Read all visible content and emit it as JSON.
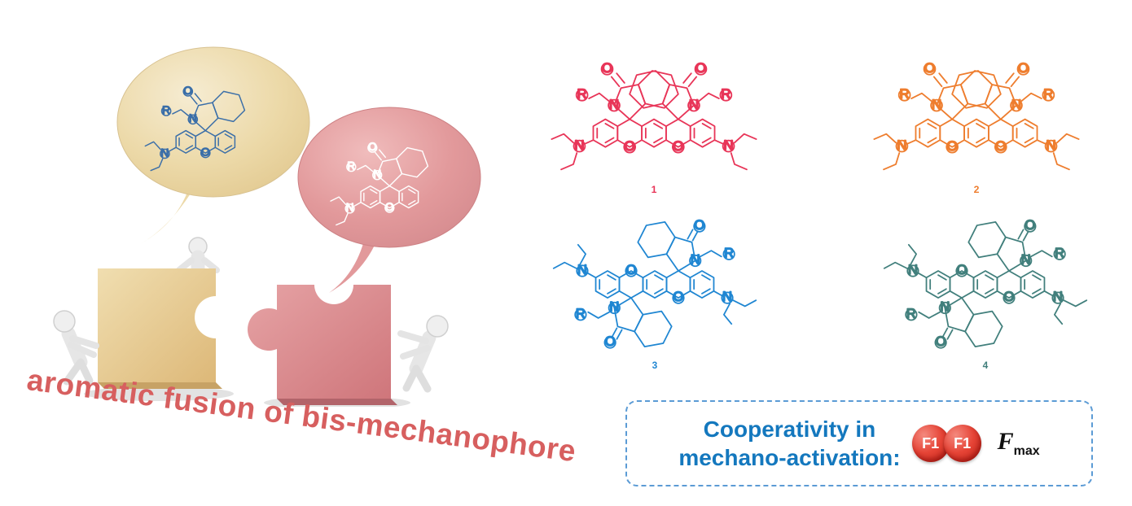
{
  "scene": {
    "title": "aromatic fusion of bis-mechanophore",
    "title_color": "#d75f5f",
    "bubbles": [
      {
        "name": "tan-bubble",
        "fill": "#ecd9a8",
        "structure_color": "#3a6ea8"
      },
      {
        "name": "pink-bubble",
        "fill": "#e2999b",
        "structure_color": "#ffffff"
      }
    ],
    "puzzle": {
      "left_fill": "#e8cc94",
      "right_fill": "#d98e91"
    }
  },
  "atoms": {
    "R": "R",
    "N": "N",
    "O": "O"
  },
  "compounds": [
    {
      "label": "1",
      "color": "#e83558"
    },
    {
      "label": "2",
      "color": "#ee7d2e"
    },
    {
      "label": "3",
      "color": "#1f86d2"
    },
    {
      "label": "4",
      "color": "#417f7c"
    }
  ],
  "callout": {
    "line1": "Cooperativity in",
    "line2": "mechano-activation:",
    "spheres": [
      {
        "label": "F1"
      },
      {
        "label": "F1"
      }
    ],
    "fmax_main": "F",
    "fmax_sub": "max",
    "text_color": "#1478be",
    "border_color": "#5b9bd5",
    "sphere_color": "#e64436"
  }
}
